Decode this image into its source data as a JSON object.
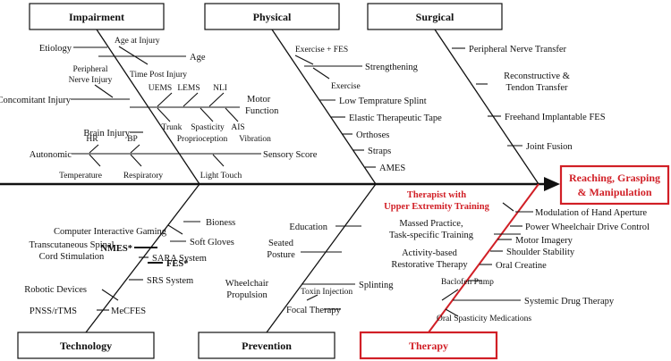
{
  "head": {
    "line1": "Reaching, Grasping",
    "line2": "& Manipulation"
  },
  "categories": {
    "impairment": "Impairment",
    "physical": "Physical",
    "surgical": "Surgical",
    "technology": "Technology",
    "prevention": "Prevention",
    "therapy": "Therapy"
  },
  "impairment": {
    "etiology": "Etiology",
    "age_at_injury": "Age at Injury",
    "age": "Age",
    "time_post_injury": "Time Post Injury",
    "peripheral_nerve_injury_1": "Peripheral",
    "peripheral_nerve_injury_2": "Nerve Injury",
    "concomitant_injury": "Concomitant Injury",
    "uems": "UEMS",
    "lems": "LEMS",
    "nli": "NLI",
    "motor_function_1": "Motor",
    "motor_function_2": "Function",
    "brain_injury": "Brain Injury",
    "trunk": "Trunk",
    "spasticity": "Spasticity",
    "ais": "AIS",
    "proprioception": "Proprioception",
    "vibration": "Vibration",
    "autonomic": "Autonomic",
    "hr": "HR",
    "bp": "BP",
    "sensory_score": "Sensory Score",
    "temperature": "Temperature",
    "respiratory": "Respiratory",
    "light_touch": "Light Touch"
  },
  "physical": {
    "exercise_fes": "Exercise + FES",
    "strengthening": "Strengthening",
    "exercise": "Exercise",
    "low_temp_splint": "Low Temprature Splint",
    "elastic_tape": "Elastic Therapeutic Tape",
    "orthoses": "Orthoses",
    "straps": "Straps",
    "ames": "AMES"
  },
  "surgical": {
    "peripheral_nerve_transfer": "Peripheral Nerve Transfer",
    "reconstructive_1": "Reconstructive &",
    "reconstructive_2": "Tendon Transfer",
    "freehand_fes": "Freehand Implantable FES",
    "joint_fusion": "Joint Fusion"
  },
  "technology": {
    "bioness": "Bioness",
    "computer_gaming": "Computer Interactive Gaming",
    "soft_gloves": "Soft Gloves",
    "nmes": "NMES*",
    "fes": "FES*",
    "tscs_1": "Transcutaneous Spinal",
    "tscs_2": "Cord Stimulation",
    "sara": "SARA System",
    "srs": "SRS System",
    "robotic": "Robotic Devices",
    "mecfes": "MeCFES",
    "pnss": "PNSS/rTMS"
  },
  "prevention": {
    "education": "Education",
    "seated_1": "Seated",
    "seated_2": "Posture",
    "wheelchair_1": "Wheelchair",
    "wheelchair_2": "Propulsion",
    "splinting": "Splinting",
    "toxin": "Toxin Injection",
    "focal": "Focal Therapy"
  },
  "therapy": {
    "therapist_1": "Therapist with",
    "therapist_2": "Upper Extremity Training",
    "modulation": "Modulation of Hand Aperture",
    "massed_1": "Massed Practice,",
    "massed_2": "Task-specific Training",
    "power_wheelchair": "Power Wheelchair Drive Control",
    "motor_imagery": "Motor Imagery",
    "activity_1": "Activity-based",
    "activity_2": "Restorative Therapy",
    "shoulder": "Shoulder Stability",
    "creatine": "Oral Creatine",
    "baclofen": "Baclofen Pump",
    "systemic": "Systemic Drug Therapy",
    "oral_spasticity": "Oral Spasticity Medications"
  },
  "colors": {
    "accent": "#d11f26",
    "line": "#111111"
  }
}
